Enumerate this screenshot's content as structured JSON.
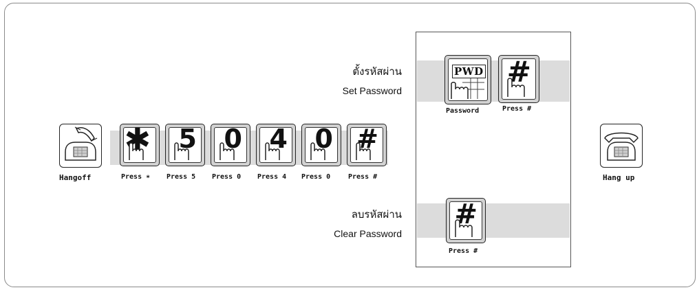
{
  "hangoff_caption": "Hangoff",
  "hangup_caption": "Hang up",
  "set_password": {
    "thai_label": "ตั้งรหัสผ่าน",
    "english_label": "Set Password"
  },
  "clear_password": {
    "thai_label": "ลบรหัสผ่าน",
    "english_label": "Clear Password"
  },
  "sequence_keys": [
    {
      "glyph": "✱",
      "caption": "Press ∗"
    },
    {
      "glyph": "5",
      "caption": "Press 5"
    },
    {
      "glyph": "0",
      "caption": "Press 0"
    },
    {
      "glyph": "4",
      "caption": "Press 4"
    },
    {
      "glyph": "0",
      "caption": "Press 0"
    },
    {
      "glyph": "#",
      "caption": "Press #"
    }
  ],
  "set_panel_keys": [
    {
      "glyph": "PWD",
      "caption": "Password"
    },
    {
      "glyph": "#",
      "caption": "Press #"
    }
  ],
  "clear_panel_key": {
    "glyph": "#",
    "caption": "Press #"
  },
  "colors": {
    "band": "#dcdcdc",
    "key_border": "#222222",
    "frame": "#8a8a8a"
  }
}
